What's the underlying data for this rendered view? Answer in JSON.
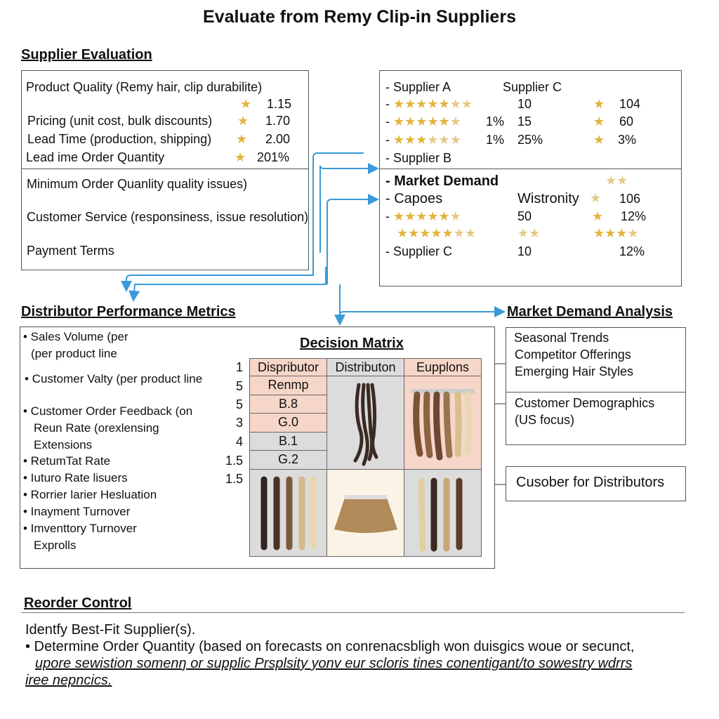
{
  "title": "Evaluate from Remy Clip-in Suppliers",
  "supplier_eval": {
    "heading": "Supplier Evaluation",
    "rows": [
      {
        "label": "Product Quality (Remy hair, clip durabilite)",
        "value": ""
      },
      {
        "label": "",
        "value": "1.15"
      },
      {
        "label": "Pricing (unit cost, bulk discounts)",
        "value": "1.70"
      },
      {
        "label": "Lead Time (production, shipping)",
        "value": "2.00"
      },
      {
        "label": "Lead ime Order Quantity",
        "value": "201%"
      }
    ],
    "lower": [
      "Minimum Order Quanlity quality issues)",
      "Customer Service (responsiness, issue resolution)",
      "Payment Terms"
    ]
  },
  "supplier_compare": {
    "supplier_a": "- Supplier A",
    "supplier_c": "Supplier C",
    "supplier_b": "- Supplier B",
    "rows": [
      {
        "pct": "",
        "v1": "10",
        "v2": "104"
      },
      {
        "pct": "1%",
        "v1": "15",
        "v2": "60"
      },
      {
        "pct": "1%",
        "v1": "25%",
        "v2": "3%"
      }
    ],
    "market_demand": "- Market Demand",
    "capoes": "- Capoes",
    "wistronity": "Wistronity",
    "v106": "106",
    "v50": "50",
    "v12a": "12%",
    "supplier_c2": "- Supplier C",
    "v10": "10",
    "v12b": "12%"
  },
  "distributor": {
    "heading": "Distributor Performance Metrics",
    "items": [
      "• Sales Volume (per",
      "(per product line",
      "• Customer Valty (per product line",
      "• Customer Order Feedback (on",
      "Reun Rate (orexlensing",
      "Extensions",
      "• RetumTat Rate",
      "• Iuturo Rate lisuers",
      "• Rorrier larier Hesluation",
      "• Inayment Turnover",
      "• Imventtory Turnover",
      "Exprolls"
    ],
    "scores": [
      "1",
      "5",
      "5",
      "3",
      "4",
      "1.5",
      "1.5"
    ]
  },
  "matrix": {
    "title": "Decision Matrix",
    "headers": [
      "Dispributor",
      "Distributon",
      "Eupplons"
    ],
    "col1": [
      "Renmp",
      "B.8",
      "G.0",
      "B.1",
      "G.2"
    ]
  },
  "market": {
    "heading": "Market Demand Analysis",
    "box1": [
      "Seasonal Trends",
      "Competitor Offerings",
      "Emerging Hair Styles"
    ],
    "box2": [
      "Customer Demographics",
      "(US focus)"
    ],
    "box3": "Cusober for Distributors"
  },
  "reorder": {
    "heading": "Reorder Control",
    "line1": "Identfy Best-Fit Supplier(s).",
    "line2": "• Determine Order Quantity (based on forecasts on conrenacsbligh won duisgics woue or secunct,",
    "line3": "upore sewistion somenŋ or supplic Prsplsity yonv eur scloris tines conentigant/to sowestry wdrrs",
    "line4": "iree nepncics."
  },
  "colors": {
    "arrow": "#3a9ad9",
    "star": "#e3b43a"
  }
}
